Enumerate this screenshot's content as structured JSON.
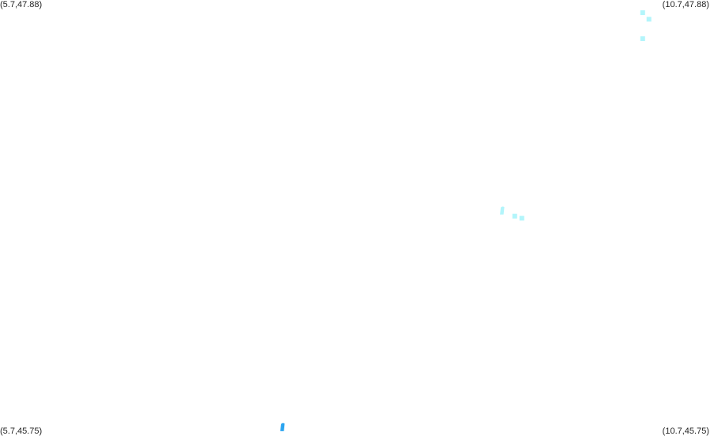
{
  "corners": {
    "top_left": "(5.7,47.88)",
    "top_right": "(10.7,47.88)",
    "bottom_left": "(5.7,45.75)",
    "bottom_right": "(10.7,45.75)"
  },
  "bounds": {
    "lon_min": 5.7,
    "lon_max": 10.7,
    "lat_min": 45.75,
    "lat_max": 47.88
  },
  "colors": {
    "light_cyan": "#b3f5fb",
    "blue": "#2aa4f0"
  },
  "features": [
    {
      "lon": 10.226,
      "lat": 47.818,
      "color": "light_cyan",
      "shape": "square"
    },
    {
      "lon": 10.27,
      "lat": 47.786,
      "color": "light_cyan",
      "shape": "square"
    },
    {
      "lon": 10.226,
      "lat": 47.691,
      "color": "light_cyan",
      "shape": "square"
    },
    {
      "lon": 9.235,
      "lat": 46.855,
      "color": "light_cyan",
      "shape": "blob"
    },
    {
      "lon": 9.325,
      "lat": 46.824,
      "color": "light_cyan",
      "shape": "square"
    },
    {
      "lon": 9.375,
      "lat": 46.814,
      "color": "light_cyan",
      "shape": "square"
    },
    {
      "lon": 7.688,
      "lat": 45.797,
      "color": "blue",
      "shape": "blob"
    }
  ]
}
